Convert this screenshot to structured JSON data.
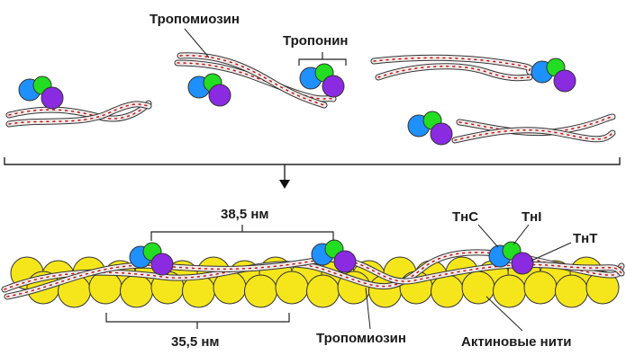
{
  "labels": {
    "tropomyosin_top": "Тропомиозин",
    "troponin": "Тропонин",
    "spacing_troponin": "38,5 нм",
    "spacing_actin": "35,5 нм",
    "tropomyosin_bottom": "Тропомиозин",
    "actin_filaments": "Актиновые нити",
    "tnc": "ТнС",
    "tni": "ТнI",
    "tnt": "ТнТ"
  },
  "colors": {
    "troponin_c": "#1e90ff",
    "troponin_i": "#22dd22",
    "troponin_t": "#8a2be2",
    "actin": "#f5e61c",
    "tropomyosin_strand": "#f4eeee",
    "tropomyosin_dots": "#cc1111",
    "outline": "#333333"
  }
}
